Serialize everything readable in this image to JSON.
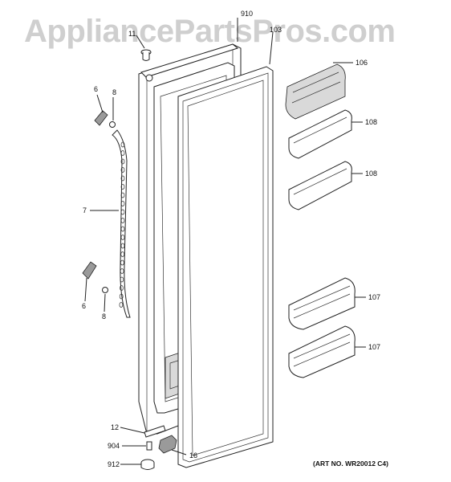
{
  "watermark": "AppliancePartsPros.com",
  "art_number": "(ART NO. WR20012 C4)",
  "callouts": {
    "c910": "910",
    "c103": "103",
    "c11": "11",
    "c6a": "6",
    "c8a": "8",
    "c7": "7",
    "c6b": "6",
    "c8b": "8",
    "c106": "106",
    "c108a": "108",
    "c108b": "108",
    "c107a": "107",
    "c107b": "107",
    "c12": "12",
    "c904": "904",
    "c16": "16",
    "c912": "912"
  }
}
